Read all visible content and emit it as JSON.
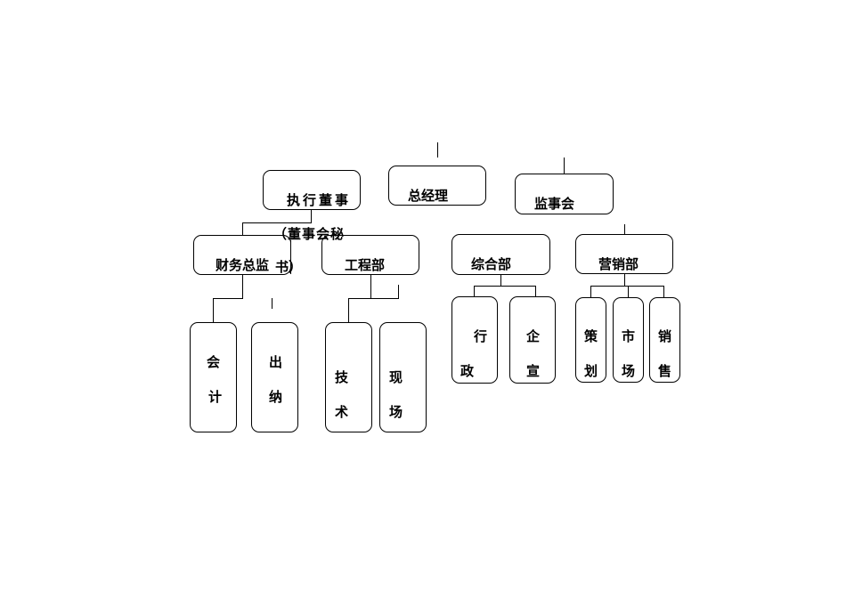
{
  "nodes": {
    "general_manager": "总经理",
    "exec_director": "执行董事",
    "supervisory_board": "监事会",
    "board_secretary_open": "（董事会秘",
    "board_secretary_close": "书）",
    "finance_director": "财务总监",
    "engineering": "工程部",
    "general_affairs": "综合部",
    "marketing": "营销部",
    "accounting": [
      "会",
      "计"
    ],
    "cashier": [
      "出",
      "纳"
    ],
    "technical": [
      "技",
      "术"
    ],
    "onsite": [
      "现",
      "场"
    ],
    "admin": [
      "行",
      "政"
    ],
    "corporate_pr": [
      "企",
      "宣"
    ],
    "planning": [
      "策",
      "划"
    ],
    "market": [
      "市",
      "场"
    ],
    "sales": [
      "销",
      "售"
    ]
  }
}
